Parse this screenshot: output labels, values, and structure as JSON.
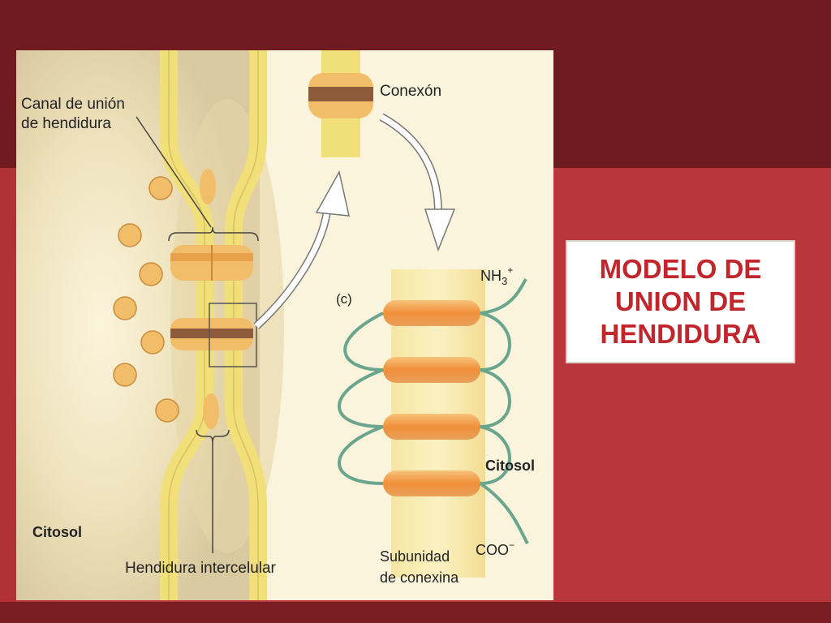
{
  "slide": {
    "title_lines": [
      "MODELO DE",
      "UNION DE",
      "HENDIDURA"
    ]
  },
  "figure": {
    "labels": {
      "channel_line1": "Canal de unión",
      "channel_line2": "de hendidura",
      "connexon": "Conexón",
      "panel_c": "(c)",
      "nh3": "NH",
      "nh3_sub": "3",
      "nh3_sup": "+",
      "cytosol_right": "Citosol",
      "cytosol_left": "Citosol",
      "coo": "COO",
      "coo_sup": "−",
      "subunit_line1": "Subunidad",
      "subunit_line2": "de conexina",
      "intercellular_gap": "Hendidura intercelular"
    }
  },
  "colors": {
    "title_red": "#c0262c",
    "membrane_yellow": "#f3e27a",
    "protein_orange": "#f0a23c",
    "background_dark": "#6f1b1f",
    "background_red": "#b13136"
  }
}
